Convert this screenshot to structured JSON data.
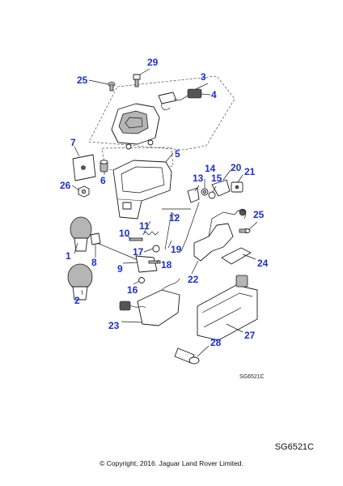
{
  "callouts": [
    "1",
    "2",
    "3",
    "4",
    "5",
    "6",
    "7",
    "8",
    "9",
    "10",
    "11",
    "12",
    "13",
    "14",
    "15",
    "16",
    "17",
    "18",
    "19",
    "20",
    "21",
    "22",
    "23",
    "24",
    "25",
    "25",
    "26",
    "27",
    "28",
    "29"
  ],
  "drawing_ref": "SG6521C",
  "footer": {
    "code": "SG6521C",
    "copyright": "© Copyright, 2016. Jaguar Land Rover Limited."
  }
}
